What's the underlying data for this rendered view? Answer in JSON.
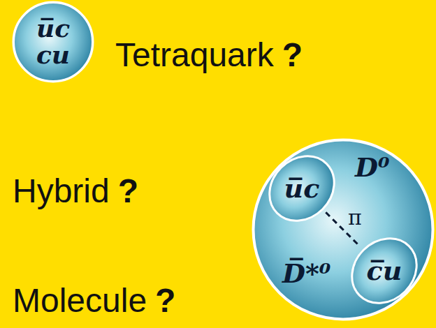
{
  "diagram": {
    "nodes": [
      {
        "text": [
          "u̅c cu"
        ]
      },
      {
        "text": [
          "D⁰",
          "D̅*⁰"
        ]
      },
      {
        "text": [
          "u̅c"
        ],
        "in": 1
      },
      {
        "text": [
          "c̅u"
        ],
        "in": 1
      }
    ],
    "edges": [
      {
        "from": 2,
        "to": 3,
        "arrow": "none",
        "label": "π"
      }
    ],
    "labels": [
      "Tetraquark",
      "?",
      "Hybrid",
      "?",
      "Molecule",
      "?"
    ]
  }
}
